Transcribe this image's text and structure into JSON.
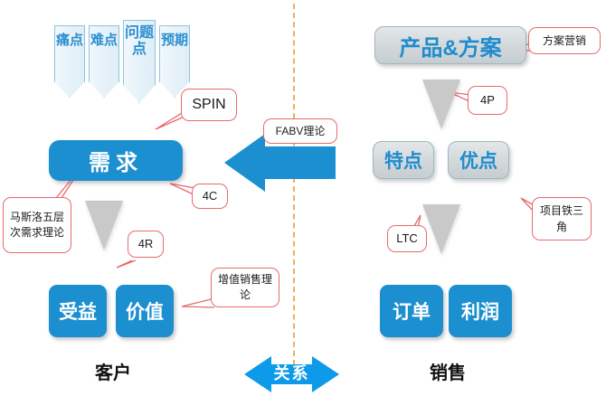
{
  "diagram": {
    "title_left": "客户",
    "title_right": "销售",
    "center_relation": "关系",
    "center_theory": "FABV理论"
  },
  "pennants": [
    {
      "label": "痛点"
    },
    {
      "label": "难点"
    },
    {
      "label": "问题点"
    },
    {
      "label": "预期"
    }
  ],
  "left_column": {
    "demand_box": "需求",
    "outcome_boxes": [
      {
        "label": "受益"
      },
      {
        "label": "价值"
      }
    ]
  },
  "right_column": {
    "product_box": "产品&方案",
    "feature_boxes": [
      {
        "label": "特点"
      },
      {
        "label": "优点"
      }
    ],
    "result_boxes": [
      {
        "label": "订单"
      },
      {
        "label": "利润"
      }
    ]
  },
  "callouts": {
    "spin": "SPIN",
    "fabv": "FABV理论",
    "four_c": "4C",
    "four_r": "4R",
    "four_p": "4P",
    "ltc": "LTC",
    "maslow": "马斯洛五层次需求理论",
    "upsell": "增值销售理论",
    "solution_marketing": "方案营销",
    "iron_triangle": "项目铁三角"
  },
  "colors": {
    "blue_fill": "#1b8fd0",
    "blue_text": "#1f8ccf",
    "pennant_border": "#8cc3df",
    "gray_triangle": "#c9c9c9",
    "callout_border": "#e8696e",
    "divider": "#e8a33d",
    "gray_box": "#d2d8da"
  }
}
